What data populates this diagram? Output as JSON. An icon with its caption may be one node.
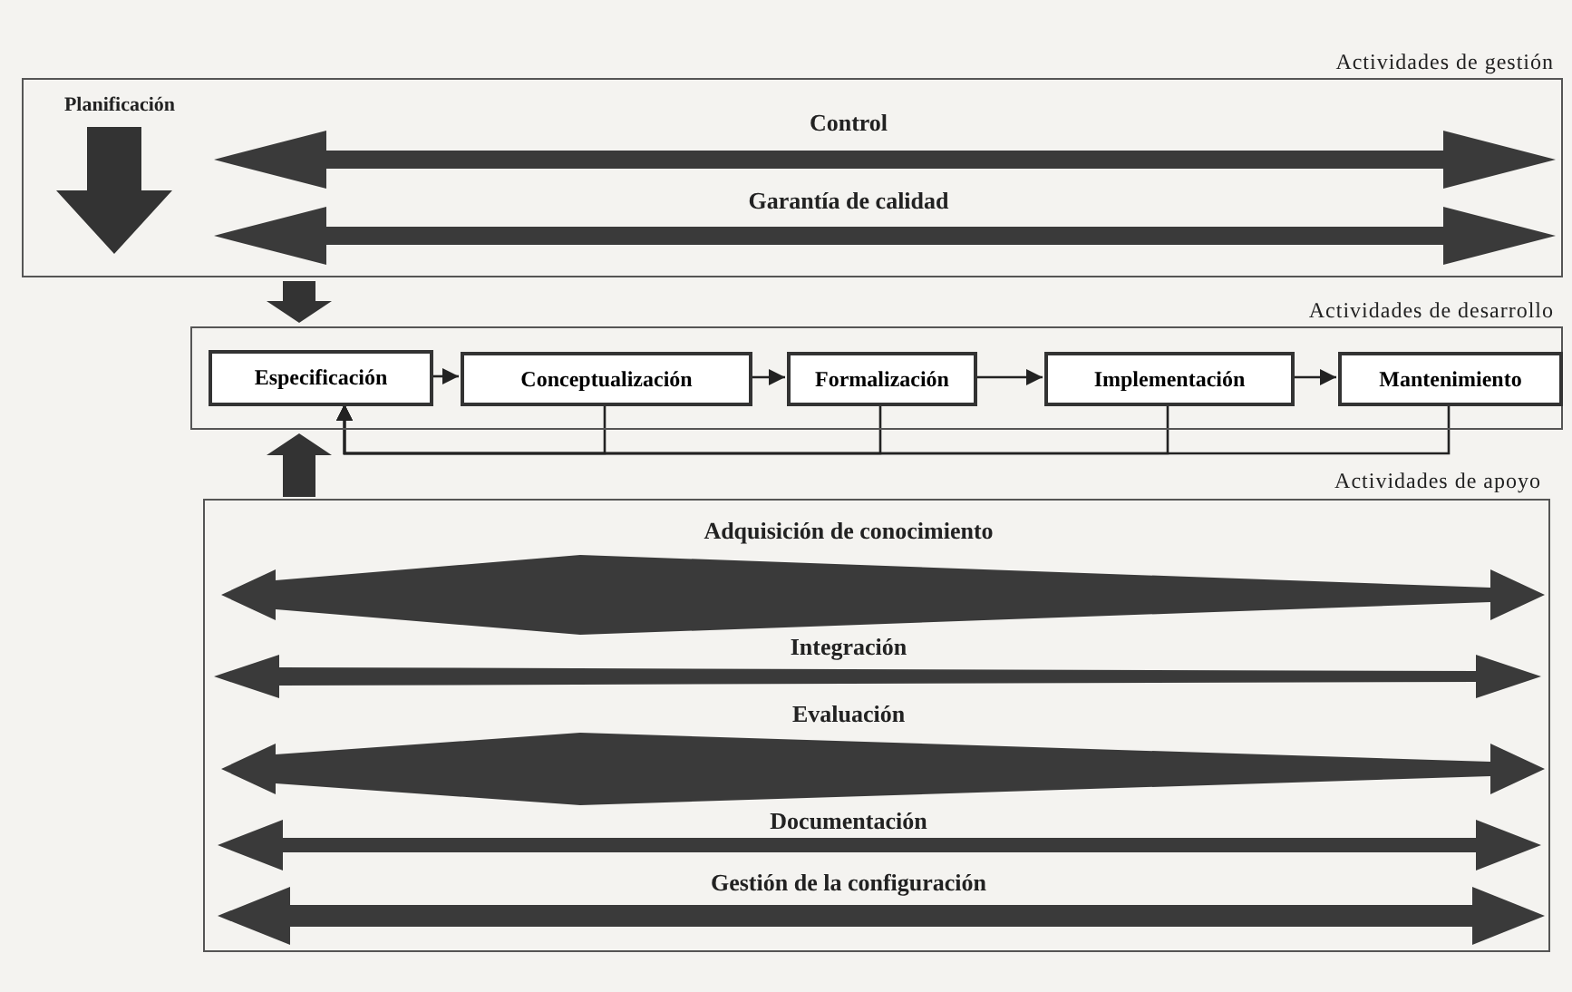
{
  "diagram": {
    "nodes": [
      {
        "text": [
          "Actividades de gestión"
        ]
      },
      {
        "text": [
          "Actividades de desarrollo"
        ]
      },
      {
        "text": [
          "Especificación"
        ],
        "in": 1
      },
      {
        "text": [
          "Conceptualización"
        ],
        "in": 1
      },
      {
        "text": [
          "Formalización"
        ],
        "in": 1
      },
      {
        "text": [
          "Implementación"
        ],
        "in": 1
      },
      {
        "text": [
          "Mantenimiento"
        ],
        "in": 1
      },
      {
        "text": [
          "Actividades de apoyo"
        ]
      }
    ],
    "edges": [
      {
        "from": 0,
        "to": 1,
        "arrow": "to",
        "style": "thick"
      },
      {
        "from": 2,
        "to": 3,
        "arrow": "to"
      },
      {
        "from": 3,
        "to": 4,
        "arrow": "to"
      },
      {
        "from": 4,
        "to": 5,
        "arrow": "to"
      },
      {
        "from": 5,
        "to": 6,
        "arrow": "to"
      },
      {
        "from": 3,
        "to": 2,
        "arrow": "to"
      },
      {
        "from": 4,
        "to": 2,
        "arrow": "to"
      },
      {
        "from": 5,
        "to": 2,
        "arrow": "to"
      },
      {
        "from": 6,
        "to": 2,
        "arrow": "to"
      },
      {
        "from": 7,
        "to": 1,
        "arrow": "to",
        "style": "thick"
      }
    ],
    "labels": [
      "Planificación",
      "Control",
      "Garantía de calidad",
      "Adquisición de conocimiento",
      "Integración",
      "Evaluación",
      "Documentación",
      "Gestión de la configuración"
    ]
  }
}
